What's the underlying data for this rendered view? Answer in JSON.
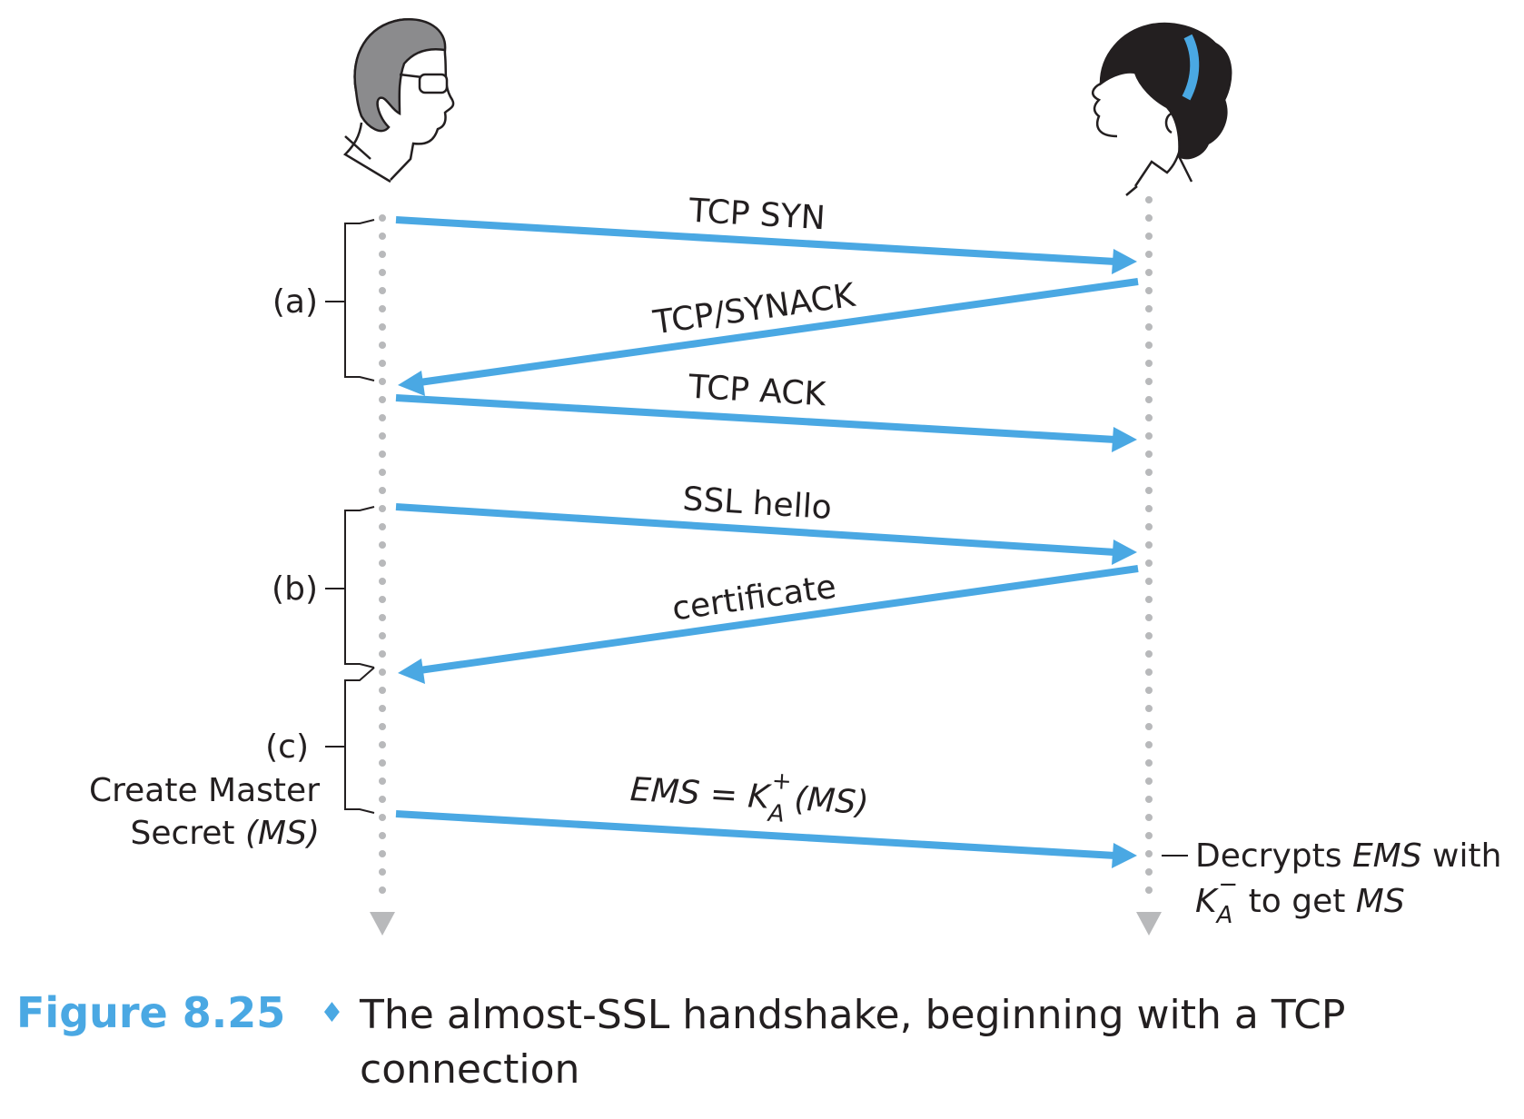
{
  "messages": [
    {
      "id": "tcp-syn",
      "label": "TCP SYN"
    },
    {
      "id": "tcp-synack",
      "label": "TCP/SYNACK"
    },
    {
      "id": "tcp-ack",
      "label": "TCP ACK"
    },
    {
      "id": "ssl-hello",
      "label": "SSL hello"
    },
    {
      "id": "certificate",
      "label": "certificate"
    },
    {
      "id": "ems",
      "label_prefix": "EMS = K",
      "label_sub": "A",
      "label_sup": "+",
      "label_suffix": "(MS)"
    }
  ],
  "phases": [
    {
      "id": "a",
      "label": "(a)"
    },
    {
      "id": "b",
      "label": "(b)"
    },
    {
      "id": "c",
      "label": "(c)"
    }
  ],
  "client_note": {
    "line1": "Create Master",
    "line2_text": "Secret ",
    "line2_italic": "(MS)"
  },
  "server_note": {
    "line1_text": "Decrypts ",
    "line1_italic": "EMS",
    "line1_end": " with",
    "line2_k": "K",
    "line2_sub": "A",
    "line2_sup": "−",
    "line2_text": " to get ",
    "line2_italic": "MS"
  },
  "caption": {
    "figure": "Figure 8.25",
    "separator": "♦",
    "text": "The almost-SSL handshake, beginning with a TCP connection"
  },
  "colors": {
    "arrow": "#4aa8e3",
    "lifeline": "#b8b9bb",
    "text": "#231f20",
    "figure_label": "#4aa8e3"
  }
}
